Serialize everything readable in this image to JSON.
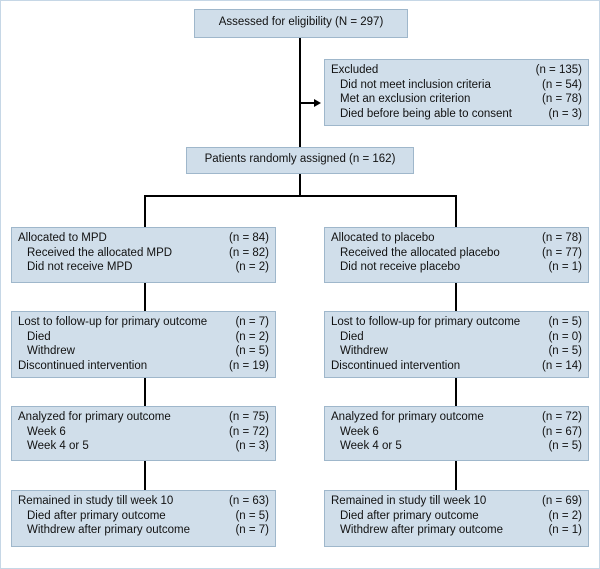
{
  "assessed": {
    "label": "Assessed for eligibility (N = 297)"
  },
  "excluded": {
    "rows": [
      {
        "label": "Excluded",
        "value": "(n = 135)"
      },
      {
        "label": "Did not meet inclusion criteria",
        "value": "(n = 54)"
      },
      {
        "label": "Met an exclusion criterion",
        "value": "(n = 78)"
      },
      {
        "label": "Died before being able to consent",
        "value": "(n = 3)"
      }
    ]
  },
  "randomized": {
    "label": "Patients randomly assigned (n = 162)"
  },
  "mpd": {
    "allocation": [
      {
        "label": "Allocated to MPD",
        "value": "(n = 84)"
      },
      {
        "label": "Received the allocated MPD",
        "value": "(n = 82)"
      },
      {
        "label": "Did not receive MPD",
        "value": "(n = 2)"
      }
    ],
    "followup": [
      {
        "label": "Lost to follow-up for primary outcome",
        "value": "(n = 7)"
      },
      {
        "label": "Died",
        "value": "(n = 2)"
      },
      {
        "label": "Withdrew",
        "value": "(n = 5)"
      },
      {
        "label": "Discontinued intervention",
        "value": "(n = 19)"
      }
    ],
    "analyzed": [
      {
        "label": "Analyzed for primary outcome",
        "value": "(n = 75)"
      },
      {
        "label": "Week 6",
        "value": "(n = 72)"
      },
      {
        "label": "Week 4 or 5",
        "value": "(n = 3)"
      }
    ],
    "remained": [
      {
        "label": "Remained in study till week 10",
        "value": "(n = 63)"
      },
      {
        "label": "Died after primary outcome",
        "value": "(n = 5)"
      },
      {
        "label": "Withdrew after primary outcome",
        "value": "(n = 7)"
      }
    ]
  },
  "placebo": {
    "allocation": [
      {
        "label": "Allocated to placebo",
        "value": "(n = 78)"
      },
      {
        "label": "Received the allocated placebo",
        "value": "(n = 77)"
      },
      {
        "label": "Did not receive placebo",
        "value": "(n = 1)"
      }
    ],
    "followup": [
      {
        "label": "Lost to follow-up for primary outcome",
        "value": "(n = 5)"
      },
      {
        "label": "Died",
        "value": "(n = 0)"
      },
      {
        "label": "Withdrew",
        "value": "(n = 5)"
      },
      {
        "label": "Discontinued intervention",
        "value": "(n = 14)"
      }
    ],
    "analyzed": [
      {
        "label": "Analyzed for primary outcome",
        "value": "(n = 72)"
      },
      {
        "label": "Week 6",
        "value": "(n = 67)"
      },
      {
        "label": "Week 4 or 5",
        "value": "(n = 5)"
      }
    ],
    "remained": [
      {
        "label": "Remained in study till week 10",
        "value": "(n = 69)"
      },
      {
        "label": "Died after primary outcome",
        "value": "(n = 2)"
      },
      {
        "label": "Withdrew after primary outcome",
        "value": "(n = 1)"
      }
    ]
  }
}
